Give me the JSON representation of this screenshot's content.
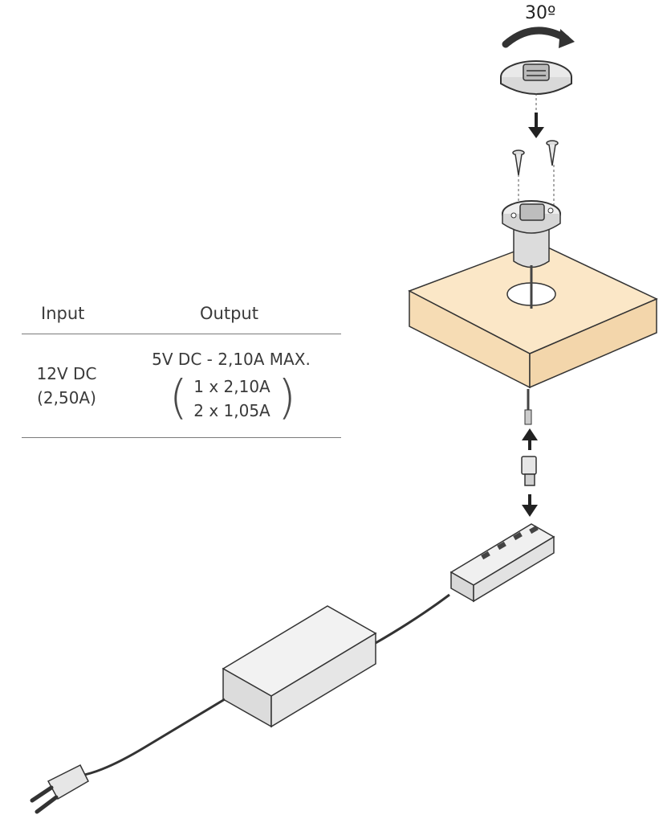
{
  "angle_label": "30º",
  "spec_table": {
    "headers": {
      "input": "Input",
      "output": "Output"
    },
    "input_value": "12V DC",
    "input_current": "(2,50A)",
    "output_value": "5V DC - 2,10A MAX.",
    "output_single": "1 x 2,10A",
    "output_dual": "2 x 1,05A"
  }
}
